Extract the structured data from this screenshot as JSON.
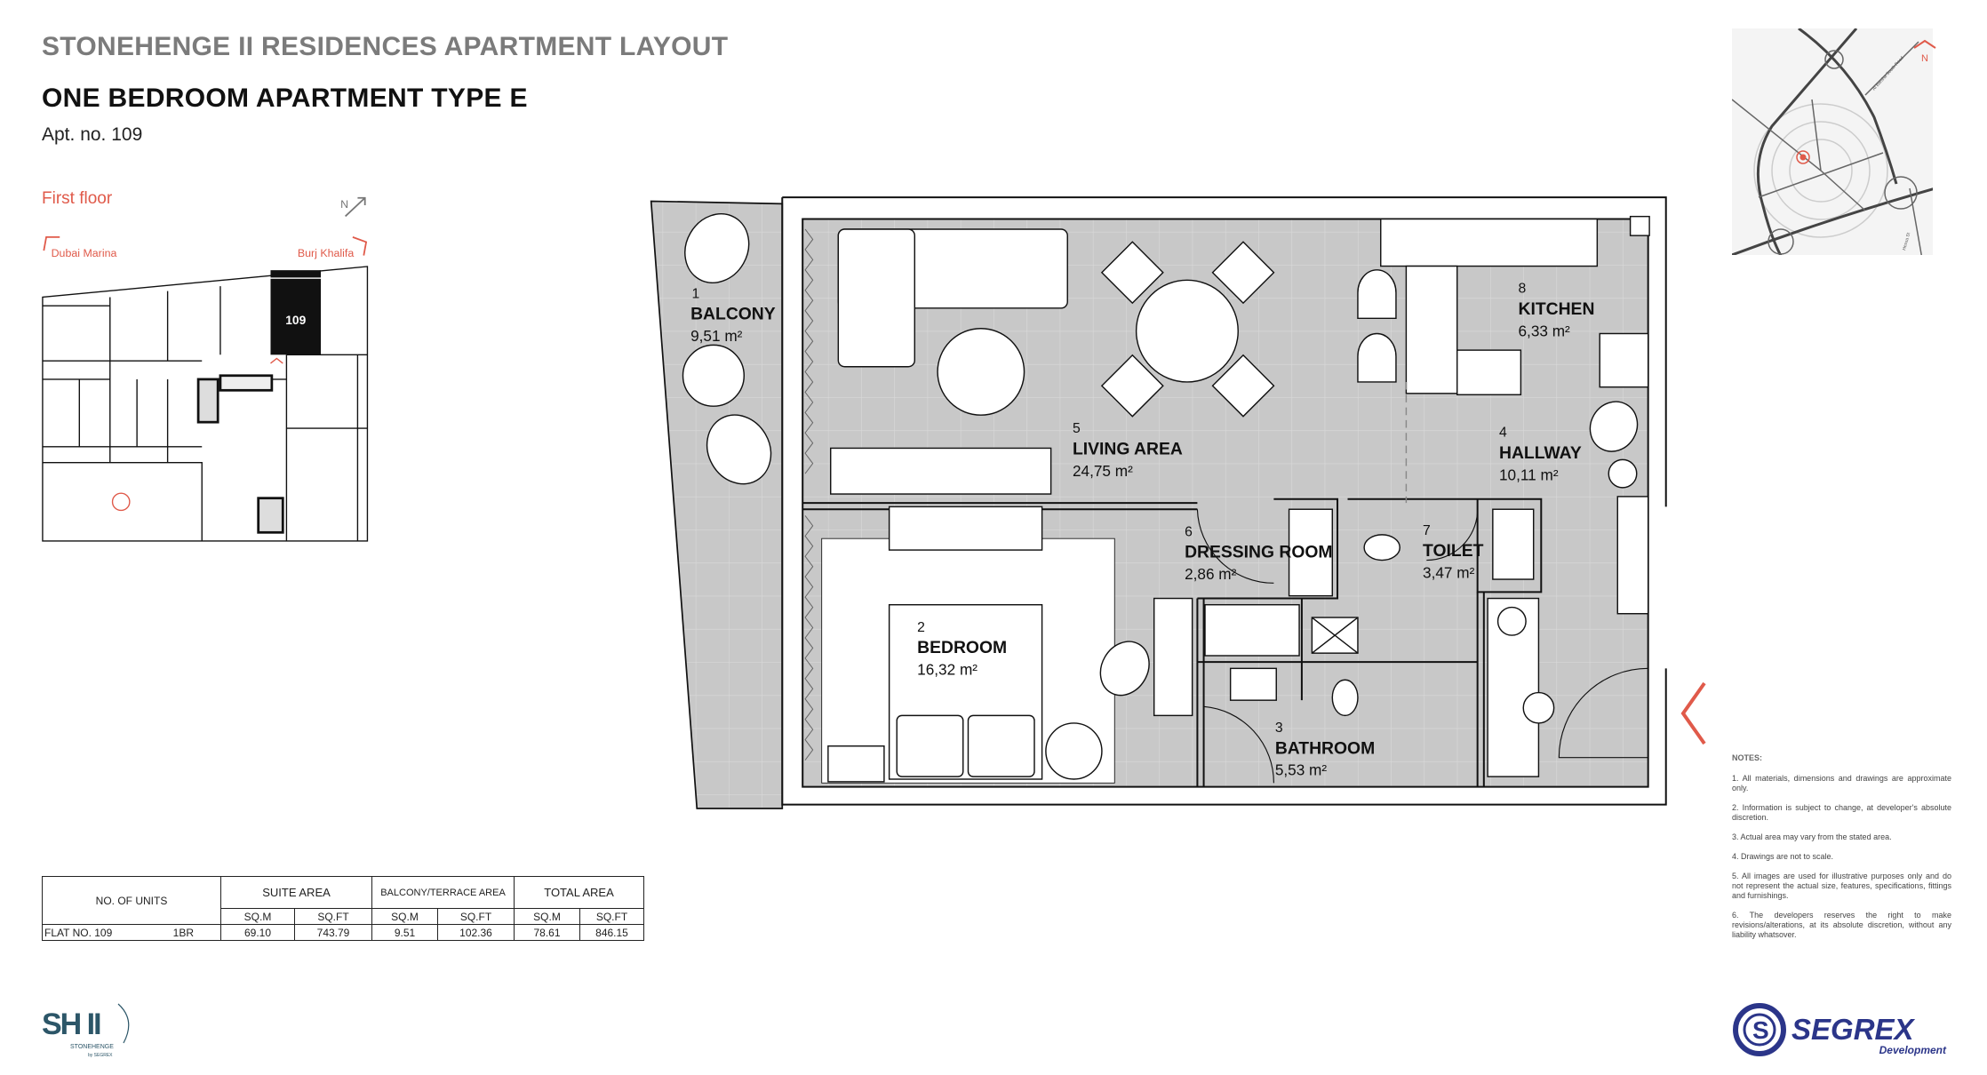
{
  "header": {
    "project_title": "STONEHENGE II RESIDENCES APARTMENT LAYOUT",
    "unit_title": "ONE BEDROOM APARTMENT TYPE E",
    "apt_no": "Apt. no. 109"
  },
  "keyplan": {
    "floor": "First floor",
    "north": "N",
    "left_direction": "Dubai Marina",
    "right_direction": "Burj Khalifa",
    "unit_label": "109"
  },
  "rooms": [
    {
      "num": "1",
      "name": "BALCONY",
      "area": "9,51 m²"
    },
    {
      "num": "2",
      "name": "BEDROOM",
      "area": "16,32 m²"
    },
    {
      "num": "3",
      "name": "BATHROOM",
      "area": "5,53 m²"
    },
    {
      "num": "4",
      "name": "HALLWAY",
      "area": "10,11 m²"
    },
    {
      "num": "5",
      "name": "LIVING AREA",
      "area": "24,75 m²"
    },
    {
      "num": "6",
      "name": "DRESSING ROOM",
      "area": "2,86 m²"
    },
    {
      "num": "7",
      "name": "TOILET",
      "area": "3,47 m²"
    },
    {
      "num": "8",
      "name": "KITCHEN",
      "area": "6,33 m²"
    }
  ],
  "sitemap": {
    "north": "N",
    "road1": "Al Barsha South Road",
    "road2": "Hessa St"
  },
  "notes": {
    "title": "NOTES:",
    "items": [
      "1. All materials, dimensions and drawings are approximate only.",
      "2. Information is subject to change, at developer's absolute discretion.",
      "3. Actual area may vary from the stated area.",
      "4. Drawings are not to scale.",
      "5. All images are used for illustrative purposes only and do not represent the actual size, features, specifications, fittings and furnishings.",
      "6. The developers reserves the right to make revisions/alterations, at its absolute discretion, without any liability whatsover."
    ]
  },
  "table": {
    "headers": {
      "units": "NO. OF UNITS",
      "suite": "SUITE AREA",
      "balcony": "BALCONY/TERRACE AREA",
      "total": "TOTAL AREA",
      "sqm": "SQ.M",
      "sqft": "SQ.FT"
    },
    "row": {
      "flat": "FLAT NO. 109",
      "type": "1BR",
      "suite_sqm": "69.10",
      "suite_sqft": "743.79",
      "balcony_sqm": "9.51",
      "balcony_sqft": "102.36",
      "total_sqm": "78.61",
      "total_sqft": "846.15"
    }
  },
  "logos": {
    "left_mark": "SH II",
    "left_name": "STONEHENGE",
    "left_by": "by SEGREX",
    "right_name": "SEGREX",
    "right_sub": "Development"
  },
  "colors": {
    "accent": "#e05a4a",
    "title_gray": "#7b7b7b",
    "segrex_navy": "#2b3589",
    "sh_teal": "#2c5668",
    "floor_gray": "#c8c8c8"
  }
}
